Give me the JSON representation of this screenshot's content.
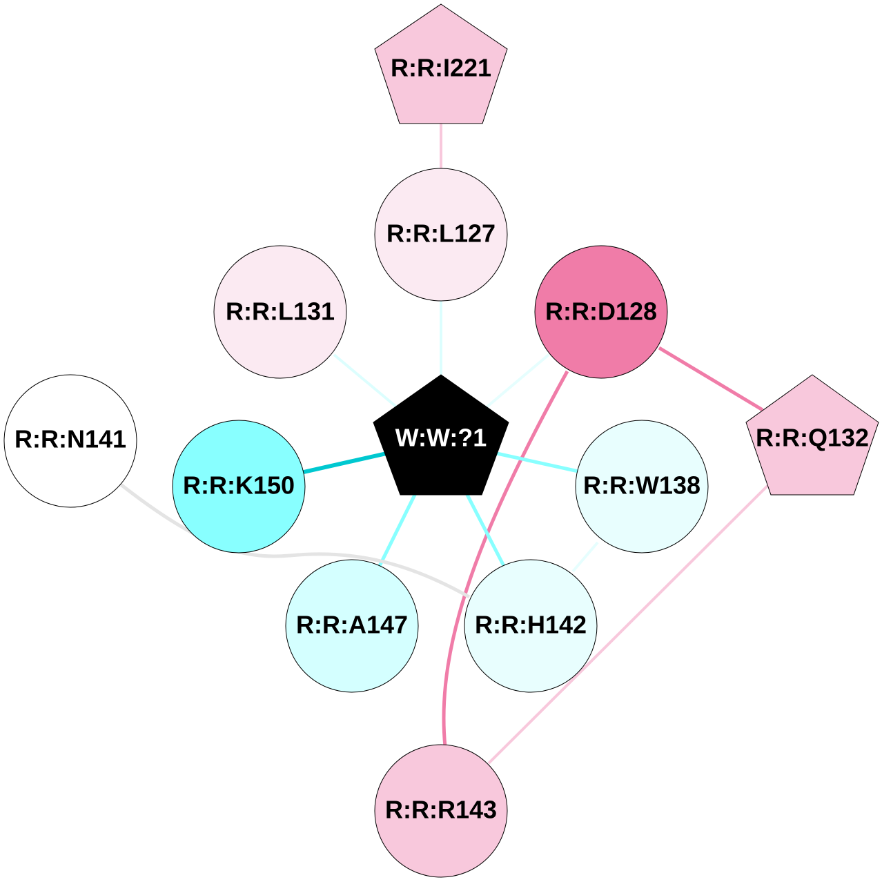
{
  "nodes": {
    "I221": {
      "label": "R:R:I221",
      "fill": "#f8c8dc",
      "shape": "pentagon"
    },
    "L127": {
      "label": "R:R:L127",
      "fill": "#fbeaf2",
      "shape": "circle"
    },
    "L131": {
      "label": "R:R:L131",
      "fill": "#fbeaf2",
      "shape": "circle"
    },
    "D128": {
      "label": "R:R:D128",
      "fill": "#f07ca8",
      "shape": "circle"
    },
    "N141": {
      "label": "R:R:N141",
      "fill": "#ffffff",
      "shape": "circle"
    },
    "K150": {
      "label": "R:R:K150",
      "fill": "#88ffff",
      "shape": "circle"
    },
    "W1": {
      "label": "W:W:?1",
      "fill": "#000000",
      "text_color": "#ffffff",
      "shape": "pentagon"
    },
    "W138": {
      "label": "R:R:W138",
      "fill": "#e8fefe",
      "shape": "circle"
    },
    "Q132": {
      "label": "R:R:Q132",
      "fill": "#f8c8dc",
      "shape": "pentagon"
    },
    "A147": {
      "label": "R:R:A147",
      "fill": "#d4ffff",
      "shape": "circle"
    },
    "H142": {
      "label": "R:R:H142",
      "fill": "#e8fefe",
      "shape": "circle"
    },
    "R143": {
      "label": "R:R:R143",
      "fill": "#f8c8dc",
      "shape": "circle"
    }
  },
  "edges": [
    {
      "from": "I221",
      "to": "L127",
      "color": "#f8c8dc"
    },
    {
      "from": "L127",
      "to": "W1",
      "color": "#dcfefe"
    },
    {
      "from": "L131",
      "to": "W1",
      "color": "#dcfefe"
    },
    {
      "from": "D128",
      "to": "W1",
      "color": "#e6fefe"
    },
    {
      "from": "D128",
      "to": "Q132",
      "color": "#f07ca8"
    },
    {
      "from": "D128",
      "to": "R143",
      "color": "#f07ca8"
    },
    {
      "from": "Q132",
      "to": "R143",
      "color": "#f8c8dc"
    },
    {
      "from": "K150",
      "to": "W1",
      "color": "#00c8d0"
    },
    {
      "from": "W1",
      "to": "W138",
      "color": "#88ffff"
    },
    {
      "from": "W1",
      "to": "A147",
      "color": "#88ffff"
    },
    {
      "from": "W1",
      "to": "H142",
      "color": "#88ffff"
    },
    {
      "from": "W138",
      "to": "H142",
      "color": "#e6fefe"
    },
    {
      "from": "N141",
      "to": "H142",
      "color": "#e4e4e4"
    }
  ]
}
